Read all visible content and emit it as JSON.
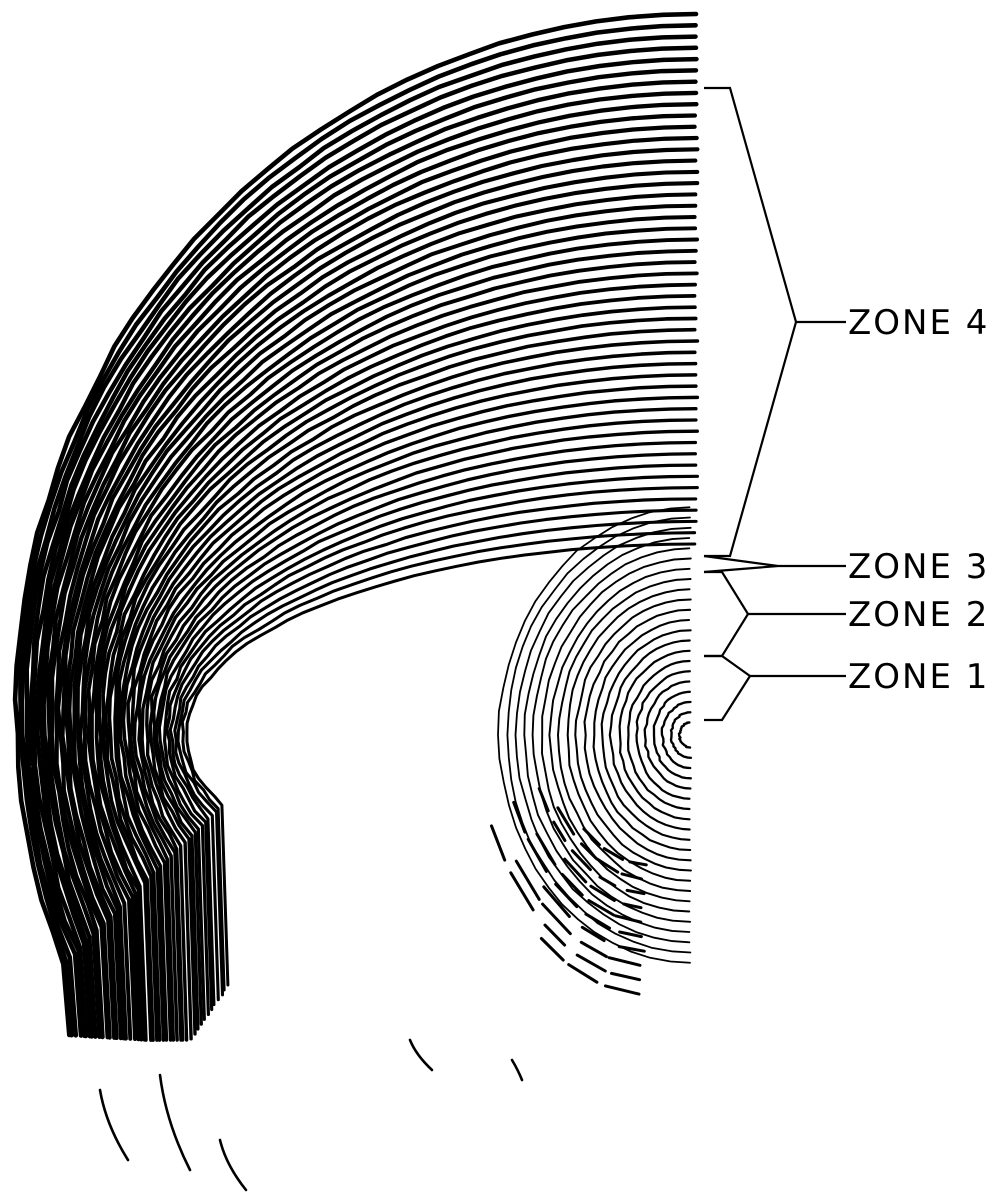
{
  "labels": {
    "zone4": "ZONE 4",
    "zone3": "ZONE 3",
    "zone2": "ZONE 2",
    "zone1": "ZONE 1"
  },
  "colors": {
    "ink": "#000000",
    "paper": "#ffffff"
  }
}
